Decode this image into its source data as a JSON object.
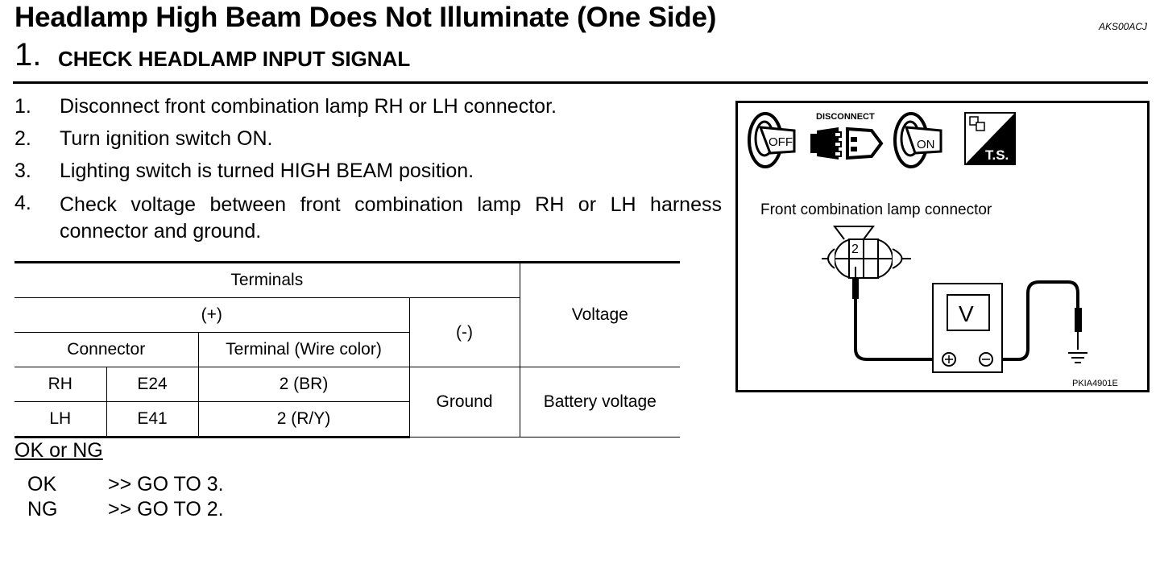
{
  "header": {
    "title": "Headlamp High Beam Does Not Illuminate (One Side)",
    "code": "AKS00ACJ",
    "step_number": "1.",
    "step_title": "CHECK HEADLAMP INPUT SIGNAL"
  },
  "procedure": [
    {
      "num": "1.",
      "text": "Disconnect front combination lamp  RH or LH connector."
    },
    {
      "num": "2.",
      "text": "Turn ignition switch ON."
    },
    {
      "num": "3.",
      "text": "Lighting switch is turned HIGH BEAM position."
    },
    {
      "num": "4.",
      "text": "Check voltage between front combination lamp RH or LH harness connector and ground."
    }
  ],
  "table": {
    "header_terminals": "Terminals",
    "header_plus": "(+)",
    "header_minus": "(-)",
    "header_voltage": "Voltage",
    "header_connector": "Connector",
    "header_terminal": "Terminal (Wire color)",
    "rows": [
      {
        "side": "RH",
        "connector": "E24",
        "terminal": "2 (BR)"
      },
      {
        "side": "LH",
        "connector": "E41",
        "terminal": "2 (R/Y)"
      }
    ],
    "ground": "Ground",
    "voltage": "Battery voltage"
  },
  "result": {
    "heading": "OK or NG",
    "ok_label": "OK",
    "ok_action": ">> GO TO 3.",
    "ng_label": "NG",
    "ng_action": ">> GO TO 2."
  },
  "figure": {
    "icon_off": "OFF",
    "icon_disconnect": "DISCONNECT",
    "icon_on": "ON",
    "icon_ts": "T.S.",
    "connector_label": "Front combination lamp connector",
    "pin": "2",
    "meter": "V",
    "figure_code": "PKIA4901E"
  }
}
